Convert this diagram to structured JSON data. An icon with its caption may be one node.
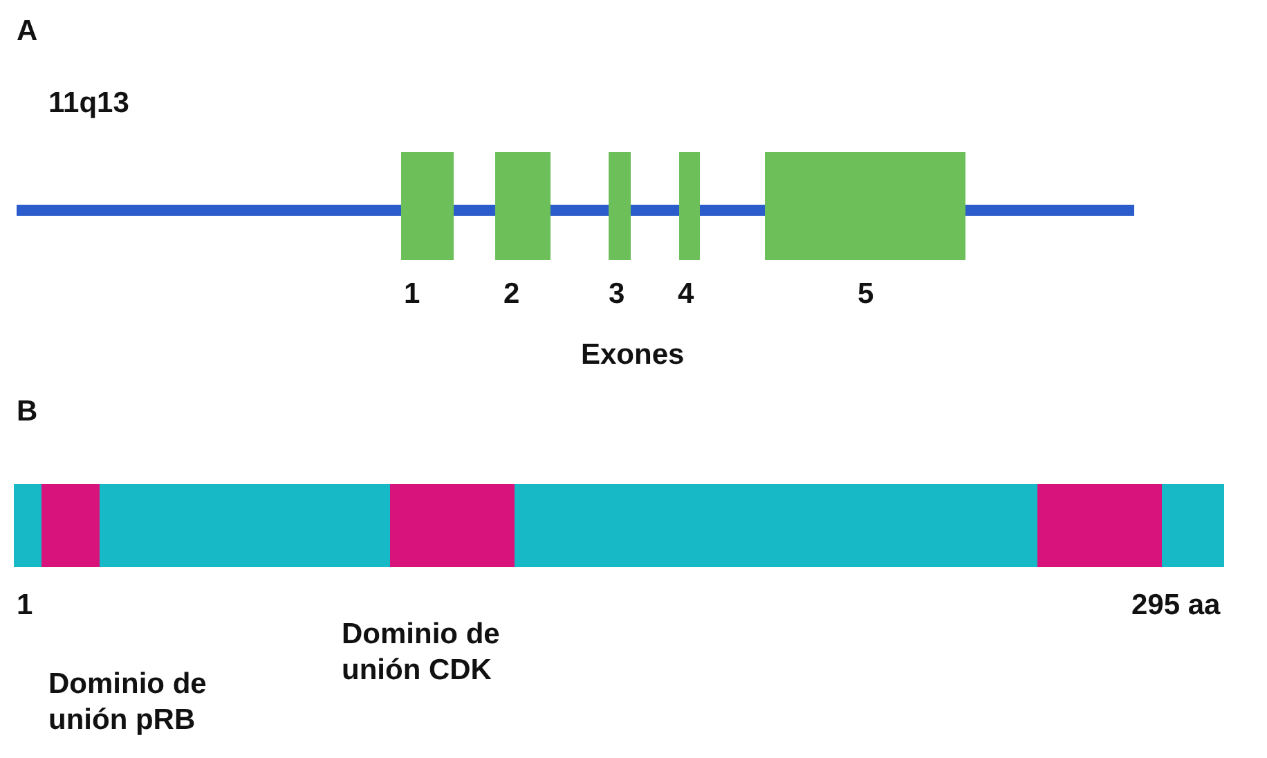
{
  "diagram": {
    "labels": [
      "A",
      "11q13",
      "1",
      "2",
      "3",
      "4",
      "5",
      "Exones",
      "B",
      "1",
      "295 aa",
      "Dominio de unión CDK",
      "Dominio de unión pRB"
    ]
  }
}
